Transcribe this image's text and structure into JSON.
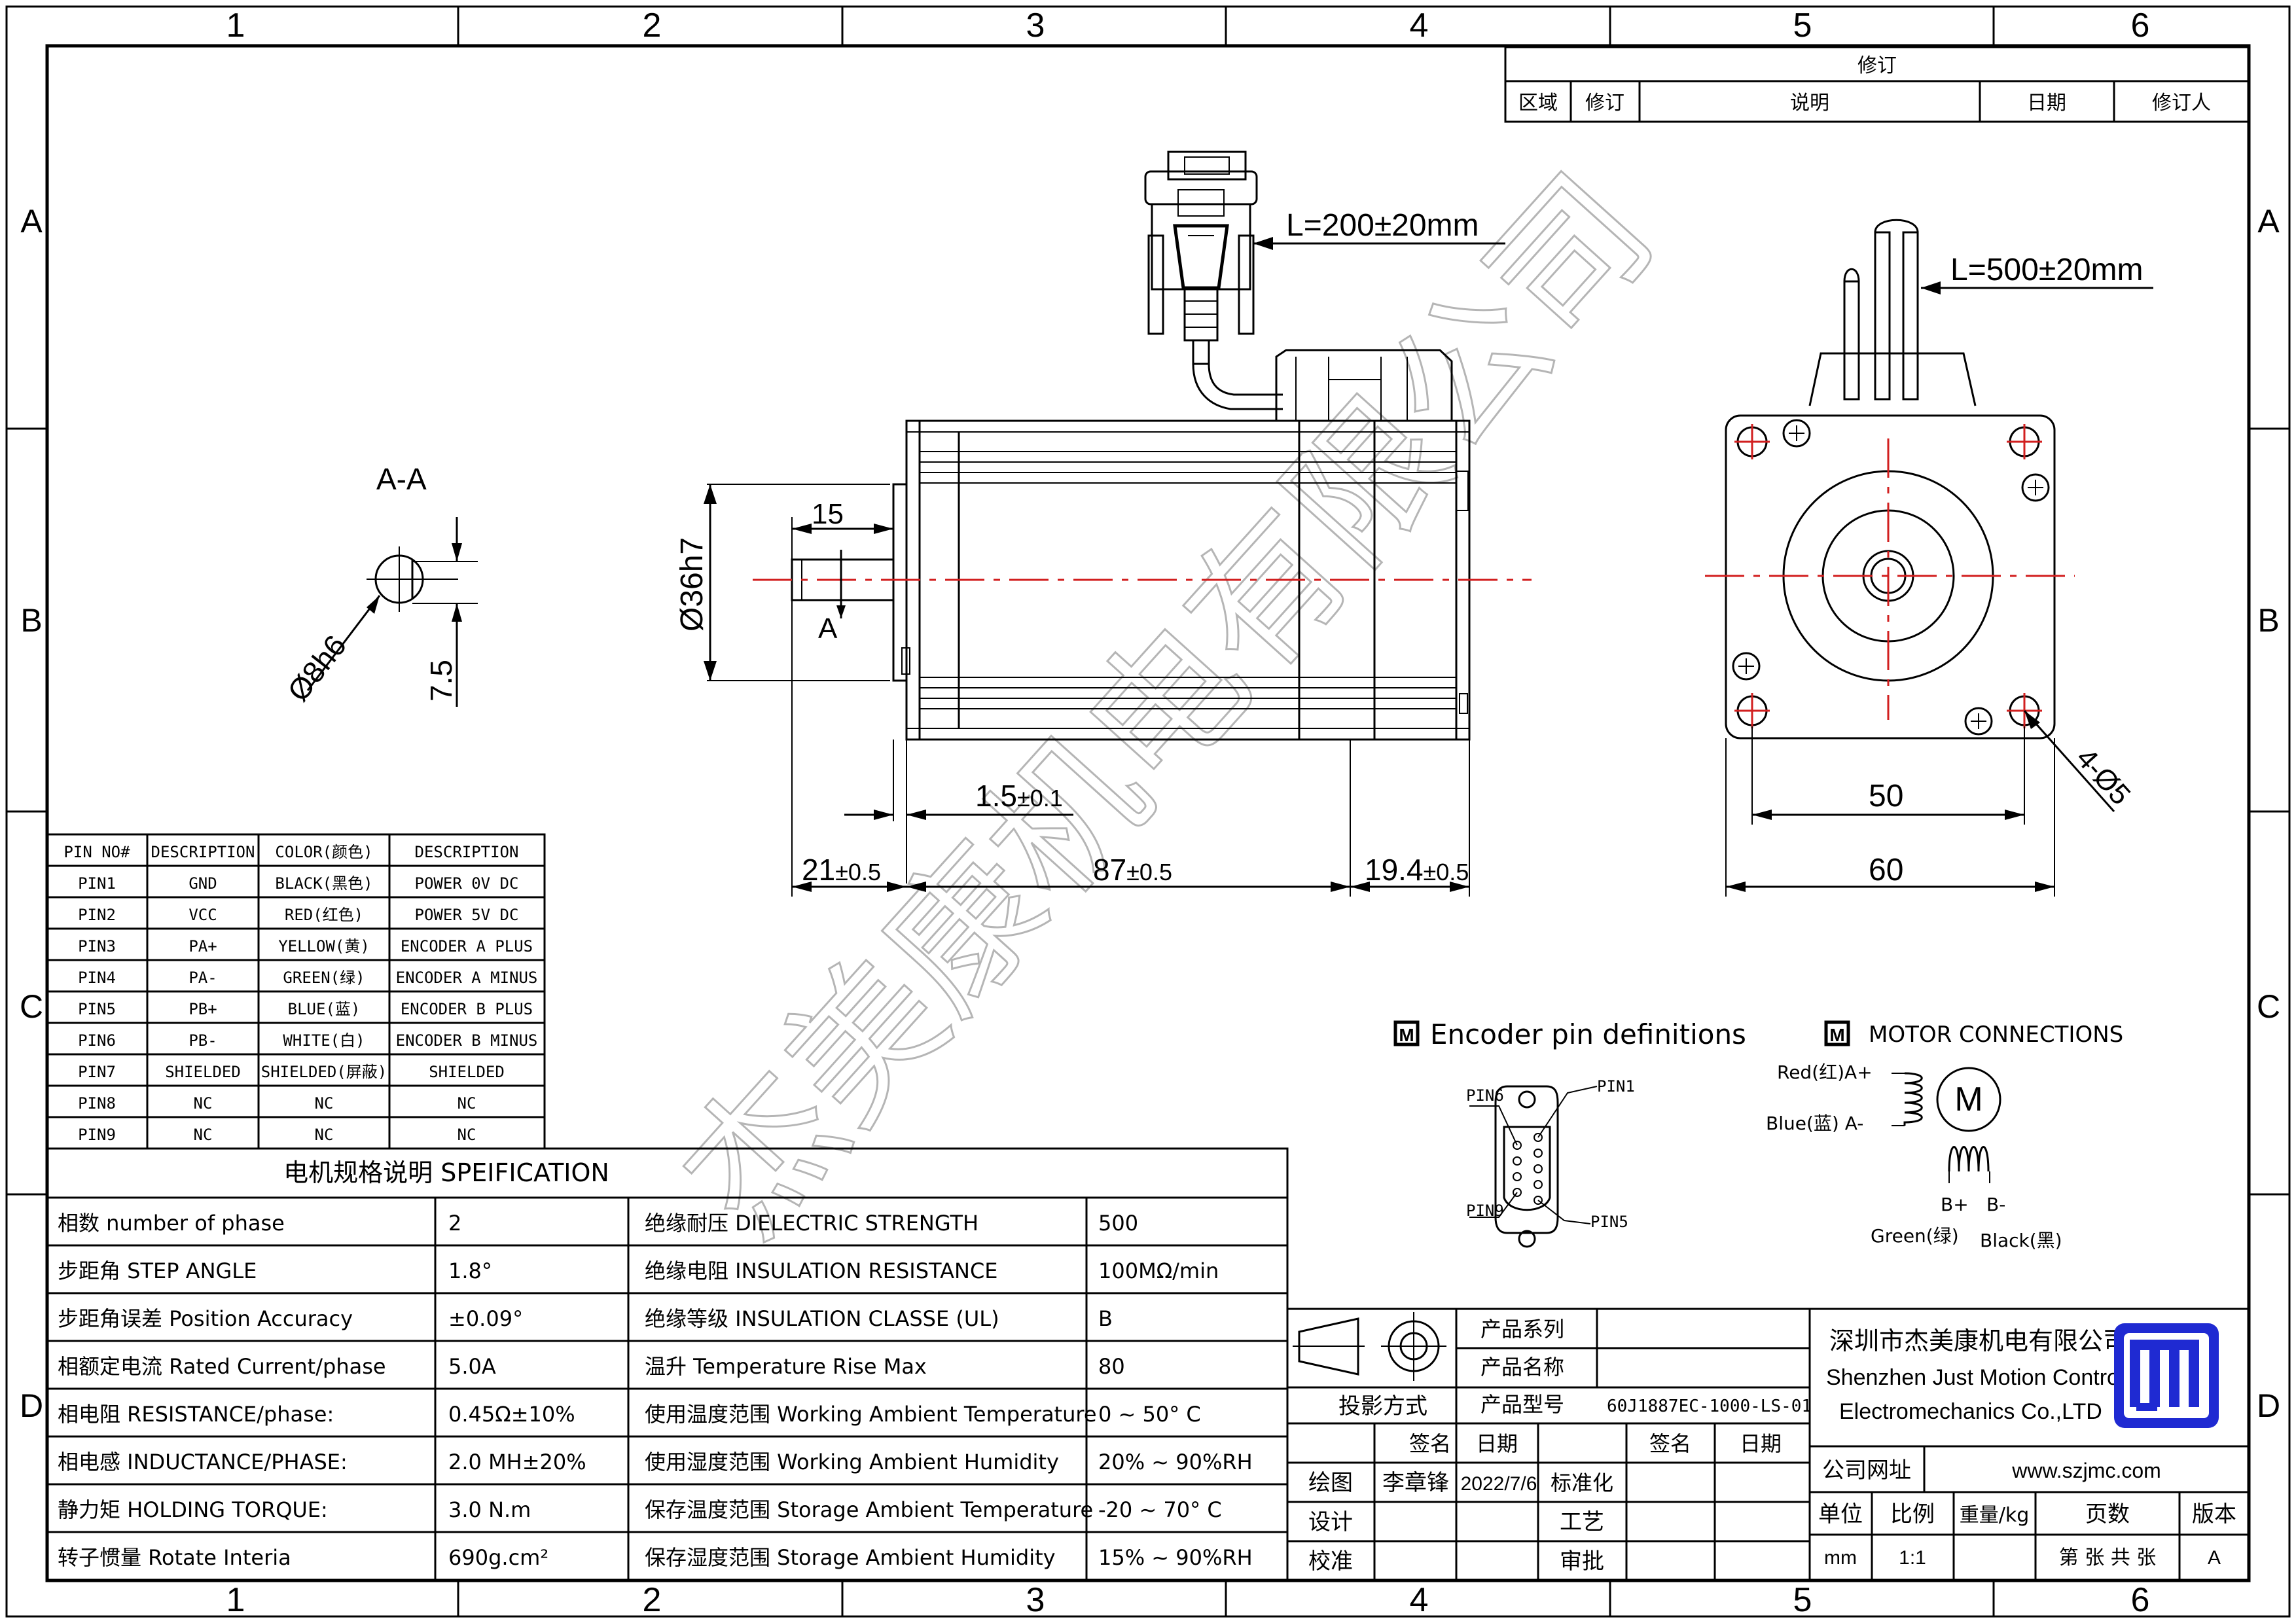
{
  "frame": {
    "columns": [
      "1",
      "2",
      "3",
      "4",
      "5",
      "6"
    ],
    "rows": [
      "A",
      "B",
      "C",
      "D"
    ]
  },
  "revision": {
    "title": "修订",
    "headers": [
      "区域",
      "修订",
      "说明",
      "日期",
      "修订人"
    ]
  },
  "dimensions": {
    "cable_top": "L=200±20mm",
    "cable_side": "L=500±20mm",
    "section_label": "A-A",
    "shaft_flat": "Ø8h6",
    "flat_depth": "7.5",
    "pilot_dia": "Ø36h7",
    "shaft_15": "15",
    "section_marker": "A",
    "d_1_5_main": "1.5",
    "d_1_5_tol": "±0.1",
    "d_21_main": "21",
    "d_21_tol": "±0.5",
    "d_87_main": "87",
    "d_87_tol": "±0.5",
    "d_19_4_main": "19.4",
    "d_19_4_tol": "±0.5",
    "d_50": "50",
    "d_60": "60",
    "d_holes": "4-Ø5"
  },
  "pin_table": {
    "headers": [
      "PIN NO#",
      "DESCRIPTION",
      "COLOR(颜色)",
      "DESCRIPTION"
    ],
    "rows": [
      [
        "PIN1",
        "GND",
        "BLACK(黑色)",
        "POWER 0V DC"
      ],
      [
        "PIN2",
        "VCC",
        "RED(红色)",
        "POWER 5V DC"
      ],
      [
        "PIN3",
        "PA+",
        "YELLOW(黄)",
        "ENCODER A PLUS"
      ],
      [
        "PIN4",
        "PA-",
        "GREEN(绿)",
        "ENCODER A MINUS"
      ],
      [
        "PIN5",
        "PB+",
        "BLUE(蓝)",
        "ENCODER B PLUS"
      ],
      [
        "PIN6",
        "PB-",
        "WHITE(白)",
        "ENCODER B MINUS"
      ],
      [
        "PIN7",
        "SHIELDED",
        "SHIELDED(屏蔽)",
        "SHIELDED"
      ],
      [
        "PIN8",
        "NC",
        "NC",
        "NC"
      ],
      [
        "PIN9",
        "NC",
        "NC",
        "NC"
      ]
    ]
  },
  "spec": {
    "title": "电机规格说明 SPEIFICATION",
    "rows": [
      [
        "相数 number of phase",
        "2",
        "绝缘耐压 DIELECTRIC STRENGTH",
        "500"
      ],
      [
        "步距角 STEP ANGLE",
        "1.8°",
        "绝缘电阻 INSULATION RESISTANCE",
        "100MΩ/min"
      ],
      [
        "步距角误差 Position Accuracy",
        "±0.09°",
        "绝缘等级 INSULATION CLASSE (UL)",
        "B"
      ],
      [
        "相额定电流 Rated Current/phase",
        "5.0A",
        "温升 Temperature Rise Max",
        "80"
      ],
      [
        "相电阻 RESISTANCE/phase:",
        "0.45Ω±10%",
        "使用温度范围 Working Ambient Temperature",
        "0 ~ 50° C"
      ],
      [
        "相电感 INDUCTANCE/PHASE:",
        "2.0 MH±20%",
        "使用湿度范围 Working Ambient Humidity",
        "20% ~ 90%RH"
      ],
      [
        "静力矩 HOLDING TORQUE:",
        "3.0 N.m",
        "保存温度范围 Storage Ambient Temperature",
        "-20 ~ 70° C"
      ],
      [
        "转子惯量 Rotate Interia",
        "690g.cm²",
        "保存湿度范围 Storage Ambient Humidity",
        "15% ~ 90%RH"
      ]
    ]
  },
  "encoder": {
    "title": "Encoder pin definitions",
    "pin6": "PIN6",
    "pin1": "PIN1",
    "pin9": "PIN9",
    "pin5": "PIN5"
  },
  "motor_conn": {
    "title": "MOTOR CONNECTIONS",
    "red": "Red(红)A+",
    "blue": "Blue(蓝) A-",
    "m": "M",
    "b_plus": "B+",
    "b_minus": "B-",
    "green": "Green(绿)",
    "black": "Black(黑)"
  },
  "title_block": {
    "product_series_label": "产品系列",
    "product_name_label": "产品名称",
    "projection_label": "投影方式",
    "product_model_label": "产品型号",
    "product_model": "60J1887EC-1000-LS-01",
    "sign_label": "签名",
    "date_label": "日期",
    "sign_label2": "签名",
    "date_label2": "日期",
    "drawn_label": "绘图",
    "drawn_name": "李章锋",
    "drawn_date": "2022/7/6",
    "standard_label": "标准化",
    "design_label": "设计",
    "process_label": "工艺",
    "check_label": "校准",
    "approve_label": "审批",
    "company_cn": "深圳市杰美康机电有限公司",
    "company_en1": "Shenzhen Just Motion Control",
    "company_en2": "Electromechanics Co.,LTD",
    "website_label": "公司网址",
    "website": "www.szjmc.com",
    "unit_label": "单位",
    "scale_label": "比例",
    "weight_label": "重量/kg",
    "pages_label": "页数",
    "version_label": "版本",
    "unit_value": "mm",
    "scale_value": "1:1",
    "pages_value": "第 张 共 张",
    "version_value": "A"
  },
  "watermark": "杰美康机电有限公司",
  "colors": {
    "centerline": "#d21f1f",
    "logo": "#1f2ad2",
    "watermark": "#b5b5b5"
  }
}
